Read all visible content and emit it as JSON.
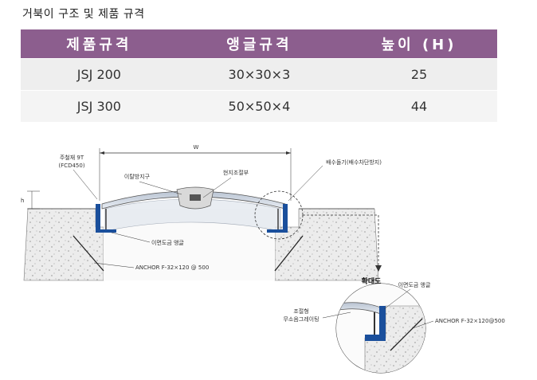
{
  "title": "거북이 구조 및 제품 규격",
  "table": {
    "headers": [
      "제품규격",
      "앵글규격",
      "높이 (H)"
    ],
    "rows": [
      [
        "JSJ 200",
        "30×30×3",
        "25"
      ],
      [
        "JSJ 300",
        "50×50×4",
        "44"
      ]
    ]
  },
  "diagram": {
    "dim_w": "W",
    "dim_h": "h",
    "cover_label_1": "주철재 9T",
    "cover_label_2": "(FCD450)",
    "anti_slip": "이탈방지구",
    "level_adjust": "현지조절부",
    "drain": "배수돌기(배수차단방지)",
    "angle_label": "이면도금 앵글",
    "anchor_label": "ANCHOR F-32×120 @ 500",
    "zoom_title": "확대도",
    "zoom_angle": "이면도금 앵글",
    "zoom_grating_1": "조절형",
    "zoom_grating_2": "무소음그레이팅",
    "zoom_anchor": "ANCHOR F-32×120@500"
  },
  "colors": {
    "header_bg": "#8c5e8e",
    "row_bg": "#eeeeee",
    "angle_blue": "#1a4f9c",
    "cover_fill": "#c8d0dc"
  }
}
